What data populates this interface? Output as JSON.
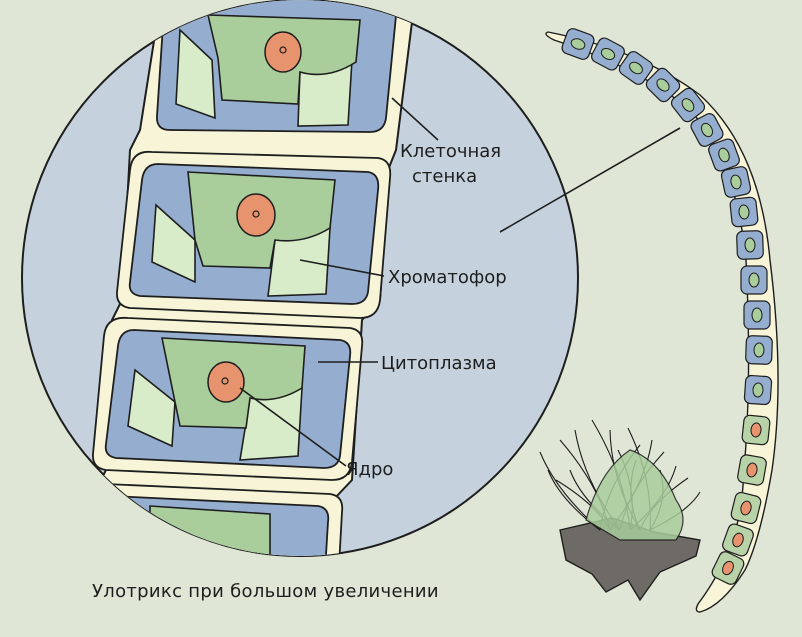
{
  "labels": {
    "cell_wall_line1": "Клеточная",
    "cell_wall_line2": "стенка",
    "chromatophore": "Хроматофор",
    "cytoplasm": "Цитоплазма",
    "nucleus": "Ядро"
  },
  "caption": "Улотрикс при большом увеличении",
  "colors": {
    "background": "#dfe6d6",
    "magnified_circle": "#c5d2de",
    "cell_wall": "#f7f4d8",
    "cytoplasm": "#95adcf",
    "chromatophore_top": "#a9cd9b",
    "chromatophore_side": "#d8ecc9",
    "nucleus": "#e7936e",
    "substrate": "#6e6b66"
  }
}
